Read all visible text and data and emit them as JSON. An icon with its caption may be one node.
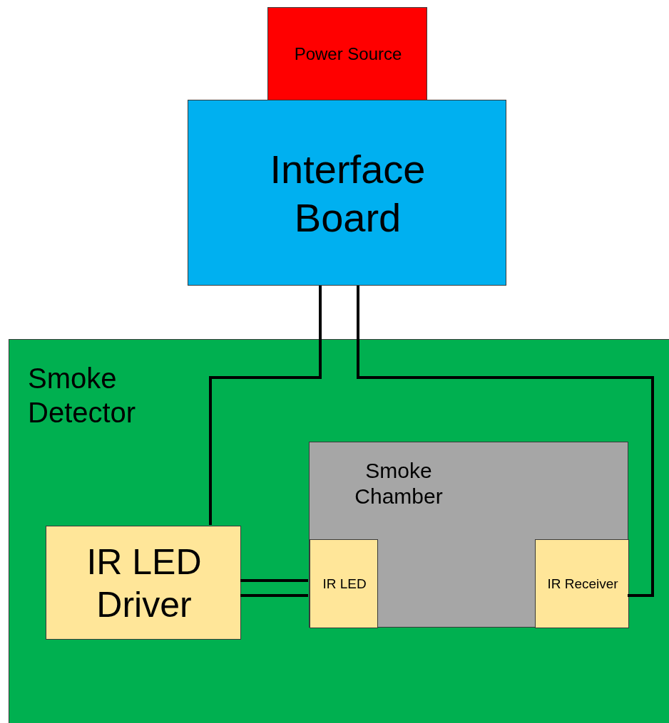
{
  "diagram": {
    "nodes": [
      {
        "text": [
          "Power Source"
        ]
      },
      {
        "text": [
          "Interface Board"
        ]
      },
      {
        "text": [
          "Smoke Detector"
        ]
      },
      {
        "text": [
          "IR LED Driver"
        ],
        "in": 2
      },
      {
        "text": [
          "Smoke Chamber"
        ],
        "in": 2
      },
      {
        "text": [
          "IR LED"
        ],
        "in": 4
      },
      {
        "text": [
          "IR Receiver"
        ],
        "in": 4
      }
    ],
    "edges": [
      {
        "from": 1,
        "to": 3,
        "arrow": "none"
      },
      {
        "from": 1,
        "to": 6,
        "arrow": "none"
      },
      {
        "from": 3,
        "to": 5,
        "arrow": "none"
      },
      {
        "from": 3,
        "to": 5,
        "arrow": "none"
      }
    ]
  }
}
